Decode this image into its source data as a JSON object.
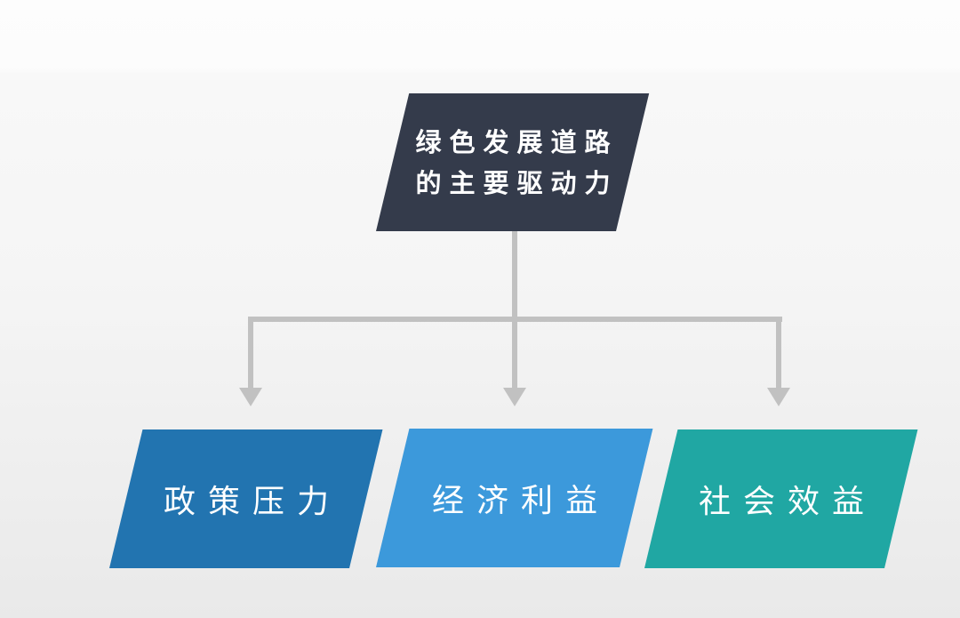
{
  "diagram": {
    "title_node": {
      "line1": "绿色发展道路",
      "line2": "的主要驱动力",
      "fill": "#343B4B"
    },
    "children": [
      {
        "label": "政策压力",
        "fill": "#2274B0"
      },
      {
        "label": "经济利益",
        "fill": "#3C99DB"
      },
      {
        "label": "社会效益",
        "fill": "#20A7A3"
      }
    ],
    "colors": {
      "connector": "#C1C1C1",
      "text": "#FFFFFF"
    }
  }
}
